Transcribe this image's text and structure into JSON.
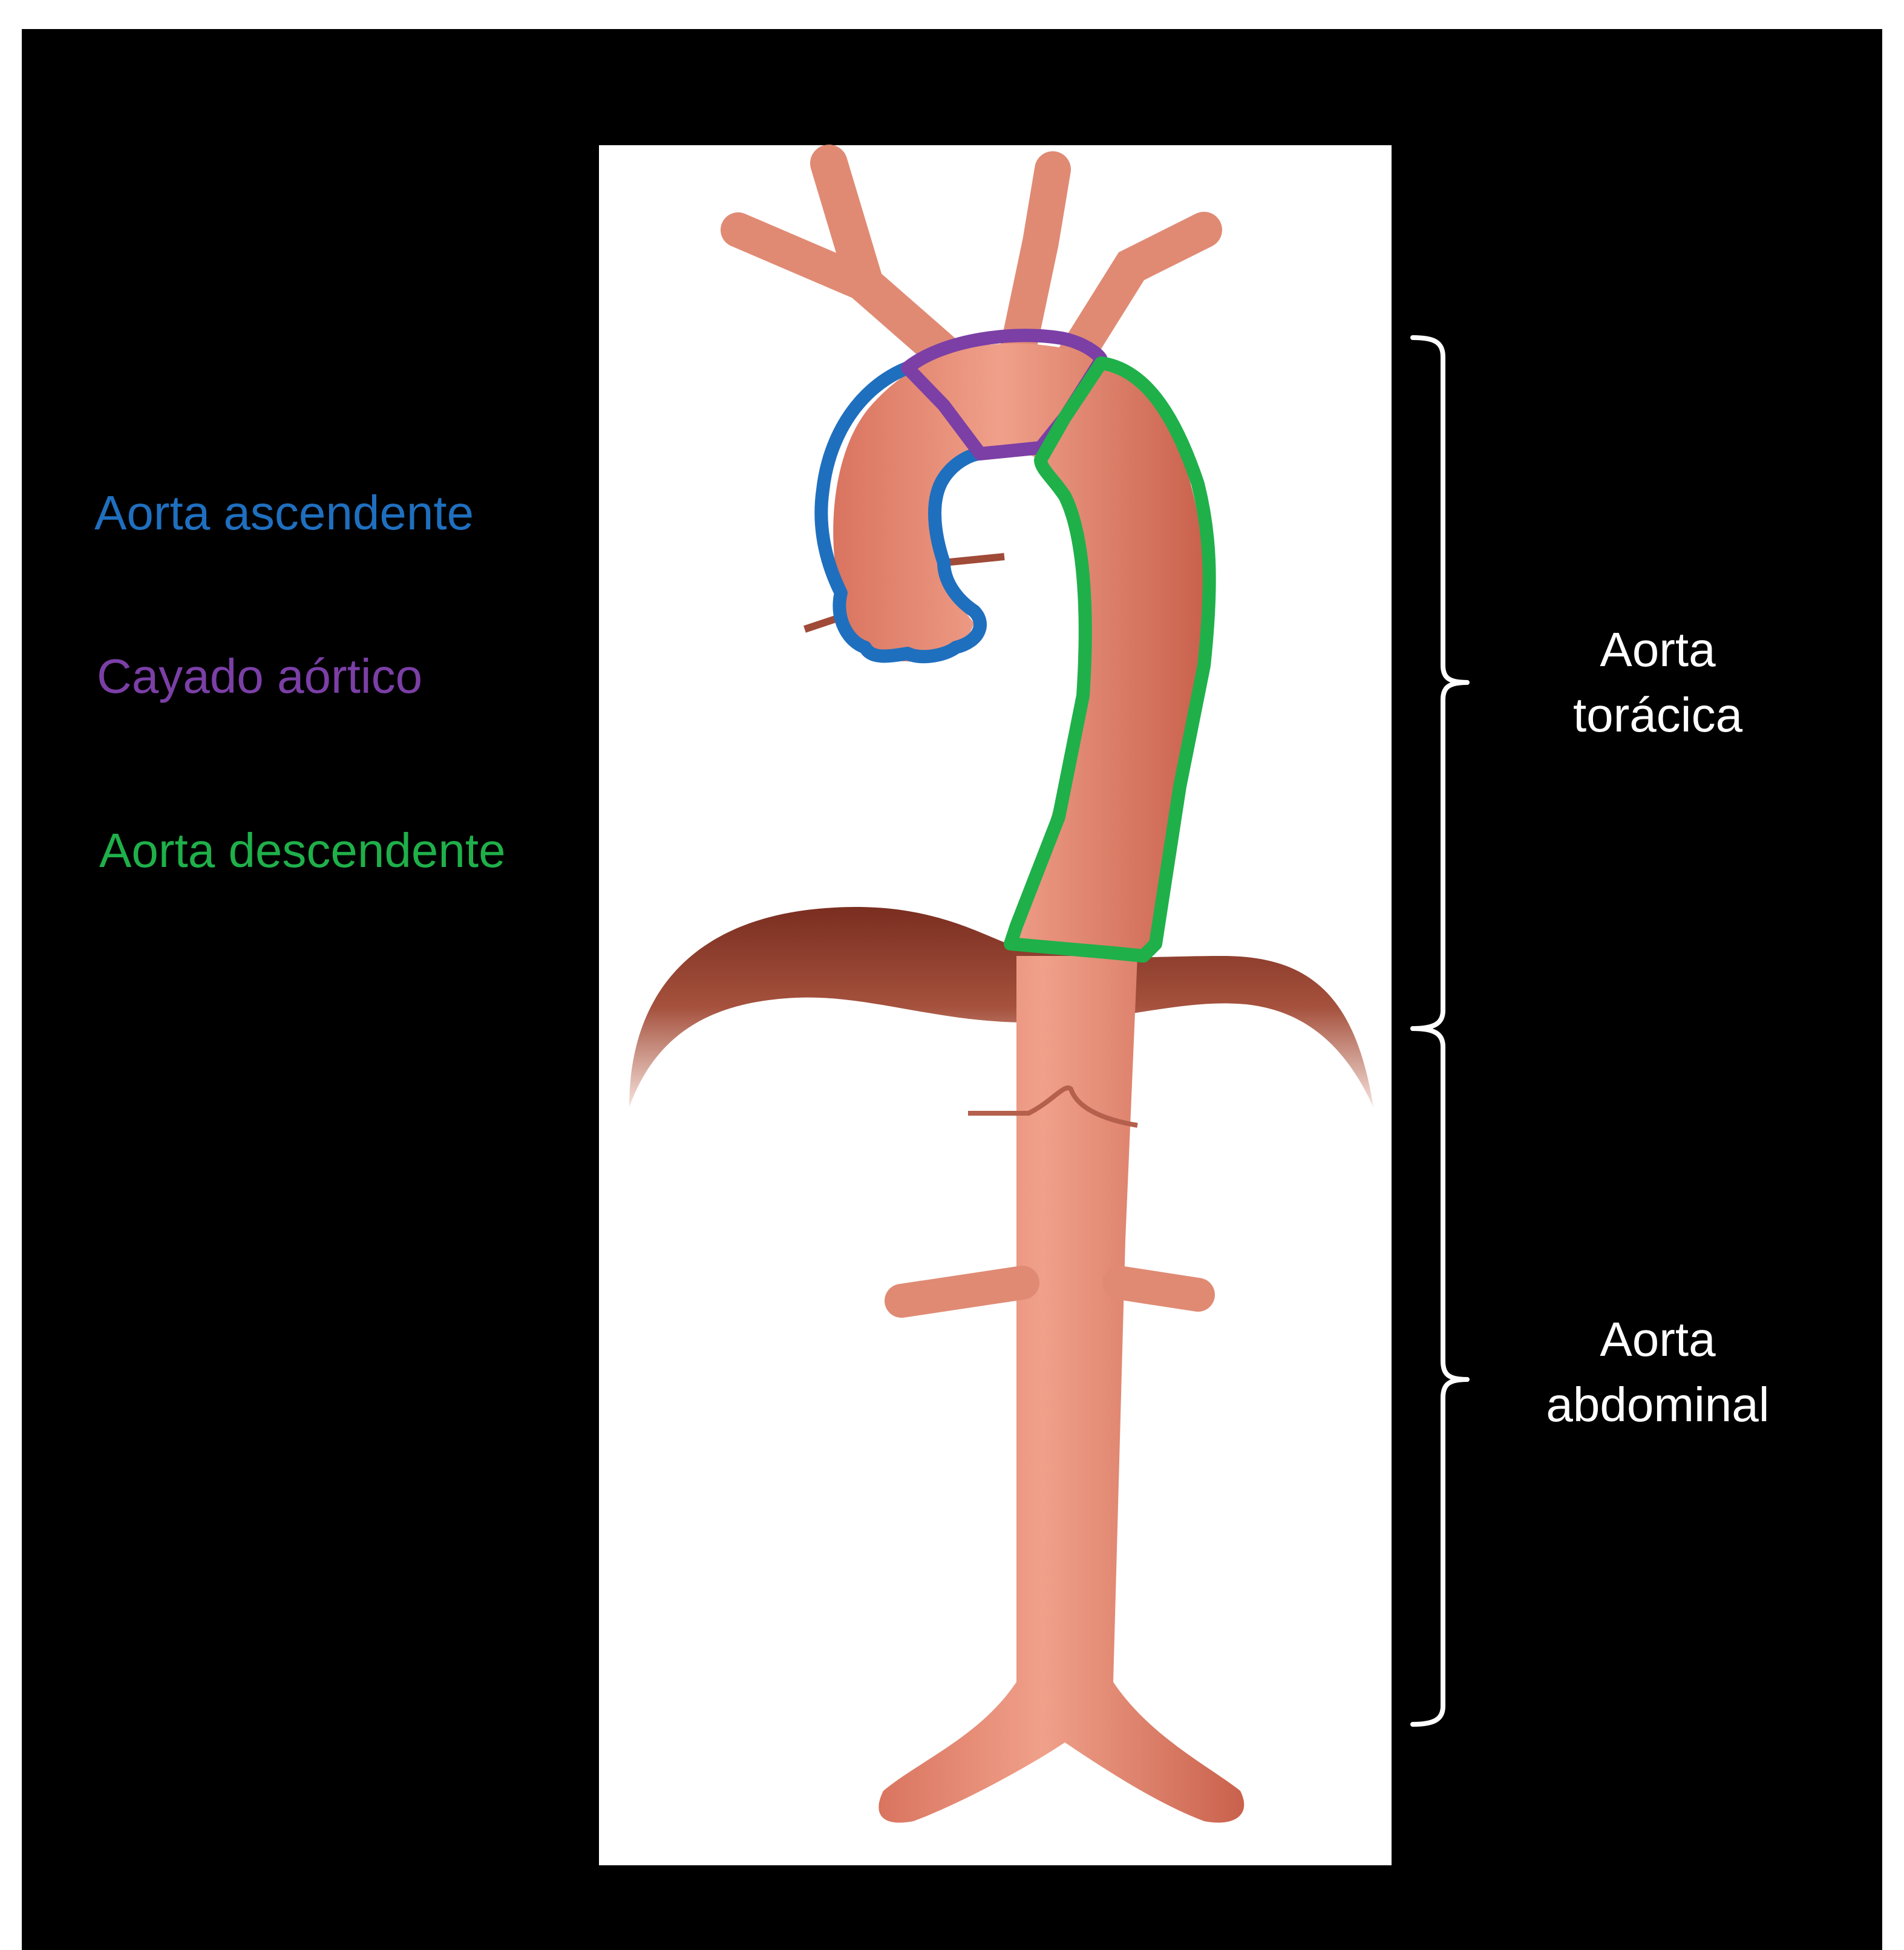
{
  "legend": {
    "ascending": {
      "label": "Aorta ascendente",
      "color": "#1f6fbf"
    },
    "arch": {
      "label": "Cayado aórtico",
      "color": "#7b3fa6"
    },
    "descending": {
      "label": "Aorta descendente",
      "color": "#1fb04a"
    }
  },
  "regions": {
    "thoracic": {
      "line1": "Aorta",
      "line2": "torácica"
    },
    "abdominal": {
      "line1": "Aorta",
      "line2": "abdominal"
    }
  },
  "colors": {
    "background": "#000000",
    "illustration_bg": "#ffffff",
    "vessel": "#e8907c",
    "diaphragm": "#8a3a2a",
    "bracket": "#ffffff"
  },
  "icons": {
    "illustration": "aorta-anatomy-illustration",
    "brace": "curly-brace-icon"
  }
}
